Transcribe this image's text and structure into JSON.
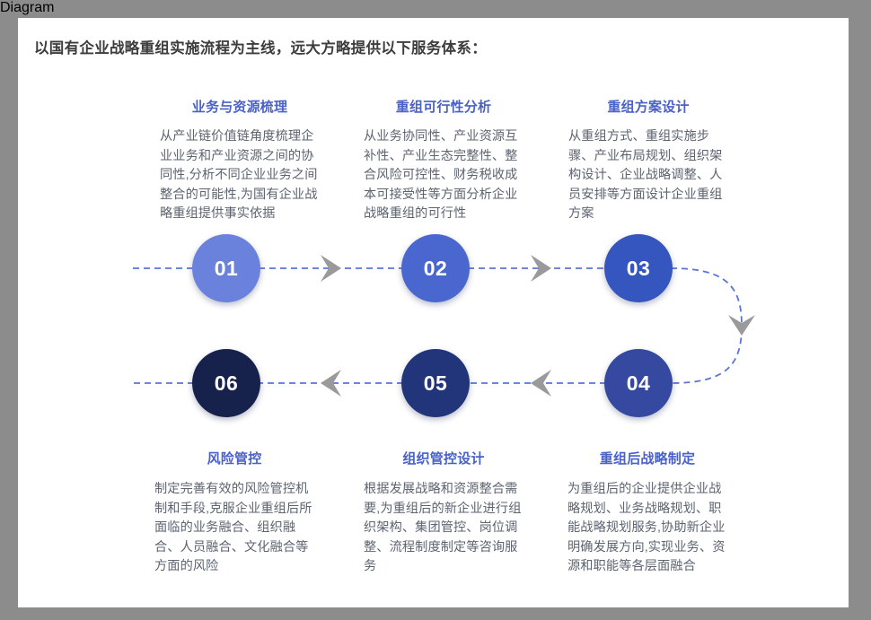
{
  "theme": {
    "page_background": "#8c8c8c",
    "card_background": "#ffffff",
    "title_color": "#3d3d3d",
    "heading_color": "#4a61c8",
    "body_color": "#5d6470",
    "dashed_line_color": "#5b74d6",
    "arrow_color": "#9a9a9a"
  },
  "header": {
    "title": "以国有企业战略重组实施流程为主线，远大方略提供以下服务体系："
  },
  "steps": [
    {
      "number": "01",
      "heading": "业务与资源梳理",
      "body": "从产业链价值链角度梳理企业业务和产业资源之间的协同性,分析不同企业业务之间整合的可能性,为国有企业战略重组提供事实依据",
      "color": "#6b82dd",
      "row": "top"
    },
    {
      "number": "02",
      "heading": "重组可行性分析",
      "body": "从业务协同性、产业资源互补性、产业生态完整性、整合风险可控性、财务税收成本可接受性等方面分析企业战略重组的可行性",
      "color": "#4a66cf",
      "row": "top"
    },
    {
      "number": "03",
      "heading": "重组方案设计",
      "body": "从重组方式、重组实施步骤、产业布局规划、组织架构设计、企业战略调整、人员安排等方面设计企业重组方案",
      "color": "#3555bf",
      "row": "top"
    },
    {
      "number": "04",
      "heading": "重组后战略制定",
      "body": "为重组后的企业提供企业战略规划、业务战略规划、职能战略规划服务,协助新企业明确发展方向,实现业务、资源和职能等各层面融合",
      "color": "#34499f",
      "row": "bottom"
    },
    {
      "number": "05",
      "heading": "组织管控设计",
      "body": "根据发展战略和资源整合需要,为重组后的新企业进行组织架构、集团管控、岗位调整、流程制度制定等咨询服务",
      "color": "#22357a",
      "row": "bottom"
    },
    {
      "number": "06",
      "heading": "风险管控",
      "body": "制定完善有效的风险管控机制和手段,克服企业重组后所面临的业务融合、组织融合、人员融合、文化融合等方面的风险",
      "color": "#17224c",
      "row": "bottom"
    }
  ],
  "connectors": {
    "top_arrow_direction": "right",
    "bottom_arrow_direction": "left",
    "wrap_arrow_direction": "down",
    "line_style": "dashed"
  }
}
